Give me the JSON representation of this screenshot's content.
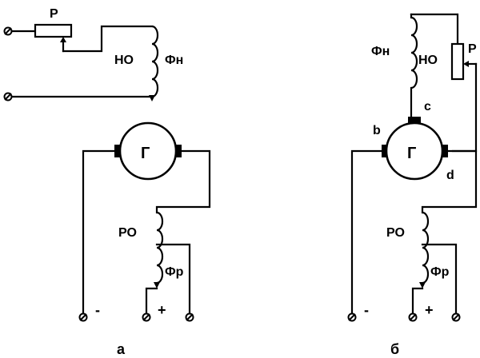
{
  "diagram_a": {
    "rheostat_label": "Р",
    "field_coil_no_label": "НО",
    "field_coil_flux_label": "Фн",
    "generator_label": "Г",
    "series_coil_label": "РО",
    "series_flux_label": "Фр",
    "minus_label": "-",
    "plus_label": "+",
    "caption": "а"
  },
  "diagram_b": {
    "rheostat_label": "Р",
    "field_coil_no_label": "НО",
    "field_coil_flux_label": "Фн",
    "generator_label": "Г",
    "brush_c_label": "c",
    "brush_b_label": "b",
    "brush_d_label": "d",
    "series_coil_label": "РО",
    "series_flux_label": "Фр",
    "minus_label": "-",
    "plus_label": "+",
    "caption": "б"
  }
}
